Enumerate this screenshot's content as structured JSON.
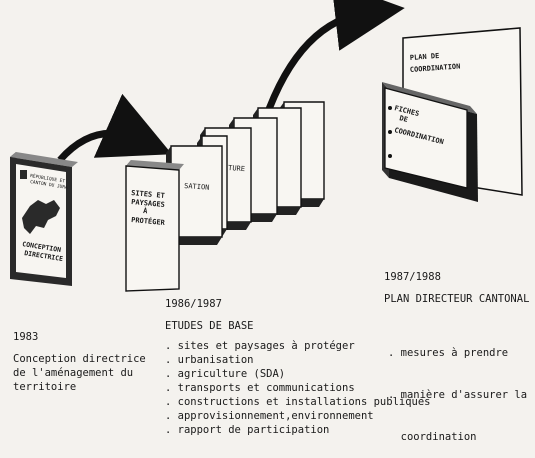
{
  "stage1": {
    "year": "1983",
    "booklet_header": [
      "RÉPUBLIQUE ET",
      "CANTON DU JURA"
    ],
    "booklet_title": [
      "CONCEPTION",
      "DIRECTRICE"
    ],
    "caption": [
      "Conception directrice",
      "de l'aménagement du",
      "territoire"
    ]
  },
  "stage2": {
    "year": "1986/1987",
    "title": "ETUDES DE BASE",
    "front_volume": [
      "SITES ET",
      "PAYSAGES",
      "À",
      "PROTÉGER"
    ],
    "second_volume": "SATION",
    "third_volume": "TURE",
    "items": [
      ". sites et paysages à protéger",
      ". urbanisation",
      ". agriculture (SDA)",
      ". transports et communications",
      ". constructions et installations publiques",
      ". approvisionnement,environnement",
      ". rapport de participation"
    ]
  },
  "stage3": {
    "year": "1987/1988",
    "title": "PLAN DIRECTEUR CANTONAL",
    "board_title": [
      "PLAN DE",
      "COORDINATION"
    ],
    "binder_title": [
      "FICHES",
      "DE",
      "COORDINATION"
    ],
    "items": [
      ". mesures à prendre",
      ". manière d'assurer la",
      "  coordination"
    ]
  }
}
